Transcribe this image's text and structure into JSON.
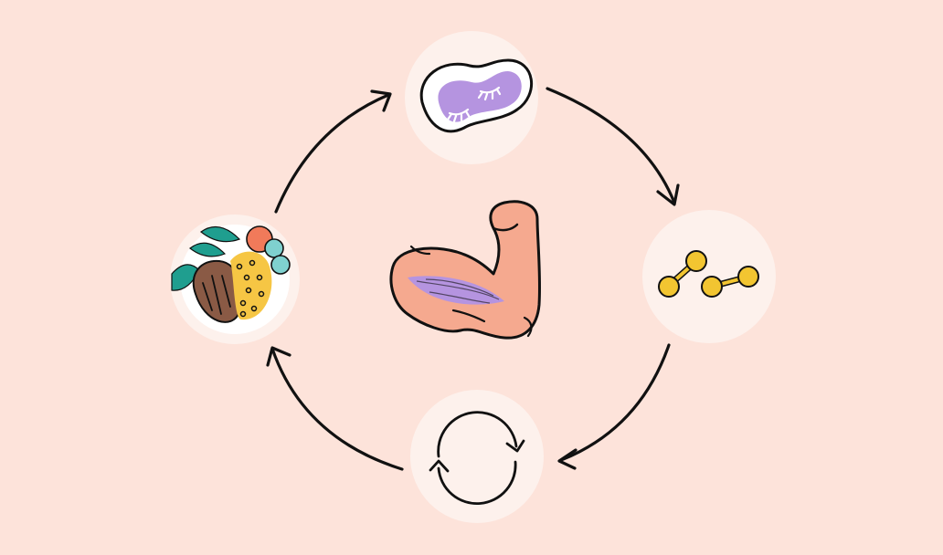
{
  "colors": {
    "background": "#fde3da",
    "node_fill": "#fdf1ec",
    "arrow": "#111111",
    "muscle_skin": "#f5a98f",
    "muscle_fiber": "#b594e0",
    "sleep_mask": "#b594e0",
    "dumbbell": "#f2c531",
    "steak": "#8a5a45",
    "grain": "#f6c644",
    "greens": "#1f9e8f",
    "tomato": "#f17a5a",
    "cucumber": "#7fd1cf"
  },
  "diagram": {
    "type": "cycle",
    "direction": "clockwise",
    "center": {
      "icon": "flexed-bicep-icon"
    },
    "nodes": [
      {
        "id": "sleep",
        "icon": "sleep-mask-icon"
      },
      {
        "id": "exercise",
        "icon": "dumbbells-icon"
      },
      {
        "id": "recovery",
        "icon": "refresh-cycle-icon"
      },
      {
        "id": "nutrition",
        "icon": "food-plate-icon"
      }
    ]
  }
}
